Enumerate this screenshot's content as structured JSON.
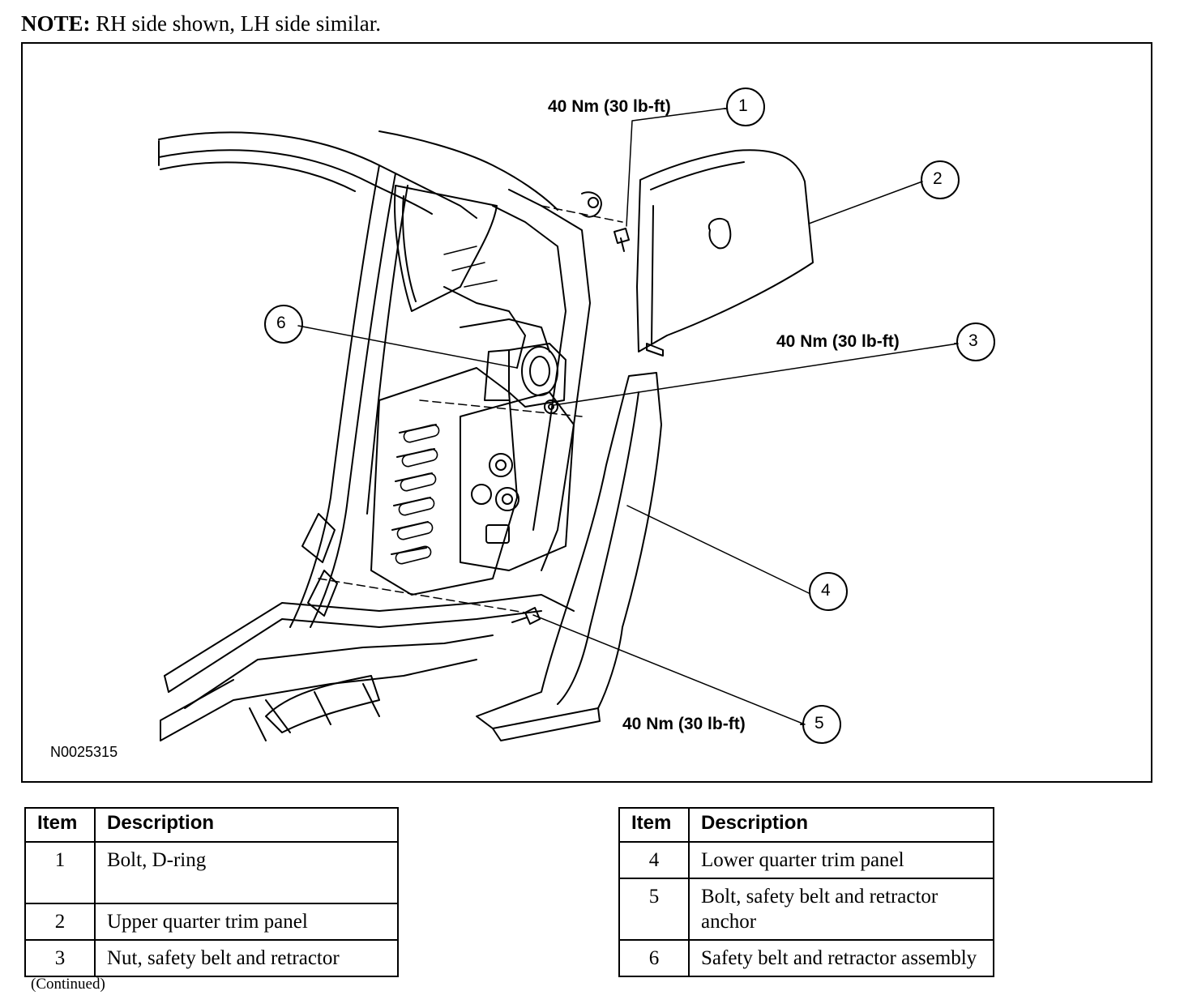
{
  "note": {
    "label": "NOTE:",
    "text": " RH side shown, LH side similar."
  },
  "figure": {
    "id": "N0025315",
    "callouts": [
      {
        "number": "1",
        "torque": "40 Nm (30 lb-ft)"
      },
      {
        "number": "2"
      },
      {
        "number": "3",
        "torque": "40 Nm (30 lb-ft)"
      },
      {
        "number": "4"
      },
      {
        "number": "5",
        "torque": "40 Nm (30 lb-ft)"
      },
      {
        "number": "6"
      }
    ]
  },
  "tables": [
    {
      "headers": {
        "item": "Item",
        "description": "Description"
      },
      "rows": [
        {
          "item": "1",
          "description": "Bolt, D-ring"
        },
        {
          "item": "2",
          "description": "Upper quarter trim panel"
        },
        {
          "item": "3",
          "description": "Nut, safety belt and retractor"
        }
      ]
    },
    {
      "headers": {
        "item": "Item",
        "description": "Description"
      },
      "rows": [
        {
          "item": "4",
          "description": "Lower quarter trim panel"
        },
        {
          "item": "5",
          "description": "Bolt, safety belt and retractor anchor"
        },
        {
          "item": "6",
          "description": "Safety belt and retractor assembly"
        }
      ]
    }
  ],
  "continued": "(Continued)"
}
